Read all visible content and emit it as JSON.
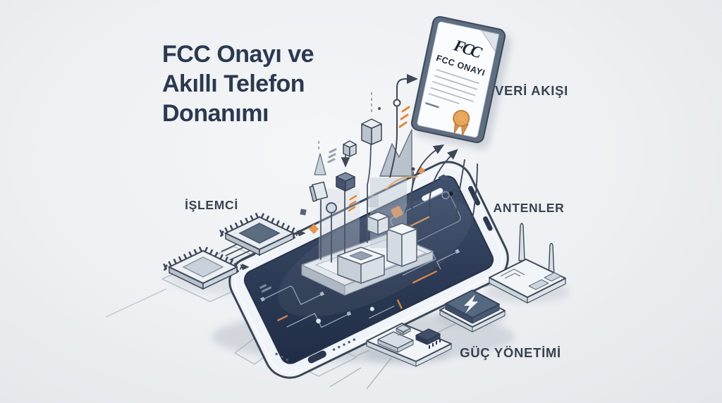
{
  "page": {
    "background_color": "#edeff2",
    "description": "FCC onayı ve akıllı telefon donanımı illüstrasyonu"
  },
  "title": {
    "lines": [
      "FCC Onayı ve",
      "Akıllı Telefon",
      "Donanımı"
    ],
    "color": "#2b3950"
  },
  "certificate": {
    "logo_text": "FCC",
    "heading": "FCC ONAYI",
    "seal_color": "#e9a85e"
  },
  "labels": {
    "data_flow": "VERİ AKIŞI",
    "processor": "İŞLEMCİ",
    "antennas": "ANTENLER",
    "power_management": "GÜÇ YÖNETİMİ"
  },
  "icons": {
    "certificate_logo": "fcc-logo",
    "certificate_seal": "ribbon-seal-icon",
    "power": "lightning-bolt-icon",
    "antenna": "antenna-icon",
    "chip": "processor-chip-icon"
  },
  "colors": {
    "accent_orange": "#e0883f",
    "outline_slate": "#3f4a5a",
    "screen_navy": "#2c3a55",
    "light_surface": "#f1f4f7"
  }
}
